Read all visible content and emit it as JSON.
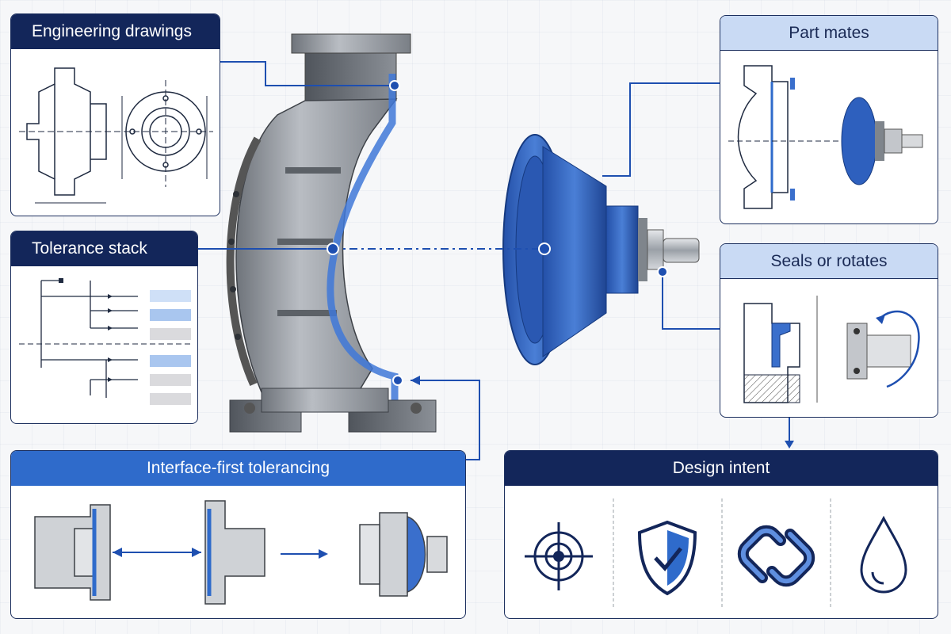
{
  "panels": {
    "engineering_drawings": {
      "title": "Engineering drawings"
    },
    "tolerance_stack": {
      "title": "Tolerance stack"
    },
    "interface_first": {
      "title": "Interface-first tolerancing"
    },
    "part_mates": {
      "title": "Part mates"
    },
    "seals_rotates": {
      "title": "Seals or rotates"
    },
    "design_intent": {
      "title": "Design intent",
      "icons": [
        "target-icon",
        "shield-check-icon",
        "chain-link-icon",
        "water-drop-icon"
      ]
    }
  },
  "colors": {
    "navy": "#13265a",
    "accent_blue": "#2f6bcb",
    "light_blue": "#c9daf4",
    "line_blue": "#1e4fb0",
    "metal": "#9ea3aa"
  }
}
